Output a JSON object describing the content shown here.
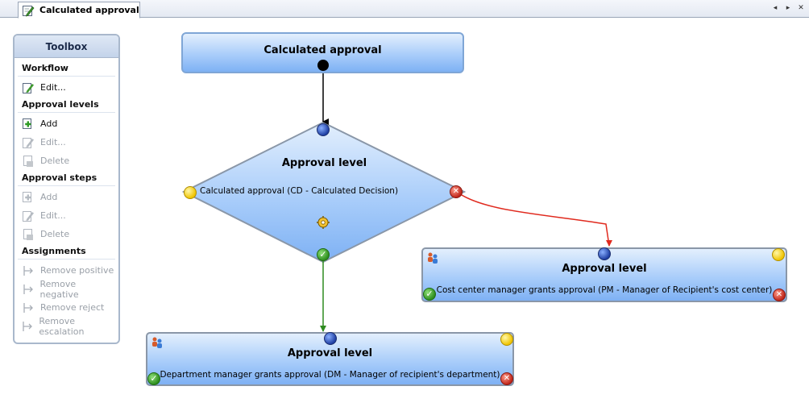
{
  "tab": {
    "title": "Calculated approval",
    "icon": "edit-pencil-icon"
  },
  "tab_controls": {
    "prev": "◂",
    "next": "▸",
    "close": "✕"
  },
  "toolbox": {
    "title": "Toolbox",
    "sections": [
      {
        "label": "Workflow",
        "items": [
          {
            "label": "Edit...",
            "icon": "edit-icon",
            "enabled": true
          }
        ]
      },
      {
        "label": "Approval levels",
        "items": [
          {
            "label": "Add",
            "icon": "add-icon",
            "enabled": true
          },
          {
            "label": "Edit...",
            "icon": "edit-icon",
            "enabled": false
          },
          {
            "label": "Delete",
            "icon": "delete-icon",
            "enabled": false
          }
        ]
      },
      {
        "label": "Approval steps",
        "items": [
          {
            "label": "Add",
            "icon": "add-icon",
            "enabled": false
          },
          {
            "label": "Edit...",
            "icon": "edit-icon",
            "enabled": false
          },
          {
            "label": "Delete",
            "icon": "delete-icon",
            "enabled": false
          }
        ]
      },
      {
        "label": "Assignments",
        "items": [
          {
            "label": "Remove positive",
            "icon": "connector-icon",
            "enabled": false
          },
          {
            "label": "Remove negative",
            "icon": "connector-icon",
            "enabled": false
          },
          {
            "label": "Remove reject",
            "icon": "connector-icon",
            "enabled": false
          },
          {
            "label": "Remove escalation",
            "icon": "connector-icon",
            "enabled": false
          }
        ]
      }
    ]
  },
  "diagram": {
    "start": {
      "title": "Calculated approval"
    },
    "decision": {
      "title": "Approval level",
      "description": "Calculated approval (CD - Calculated Decision)"
    },
    "level_right": {
      "title": "Approval level",
      "description": "Cost center manager grants approval (PM - Manager of Recipient's cost center)"
    },
    "level_bottom": {
      "title": "Approval level",
      "description": "Department manager grants approval (DM - Manager of recipient's department)"
    },
    "colors": {
      "positive": "#2e8b1f",
      "negative": "#e02a1e",
      "flow": "#000000"
    }
  }
}
